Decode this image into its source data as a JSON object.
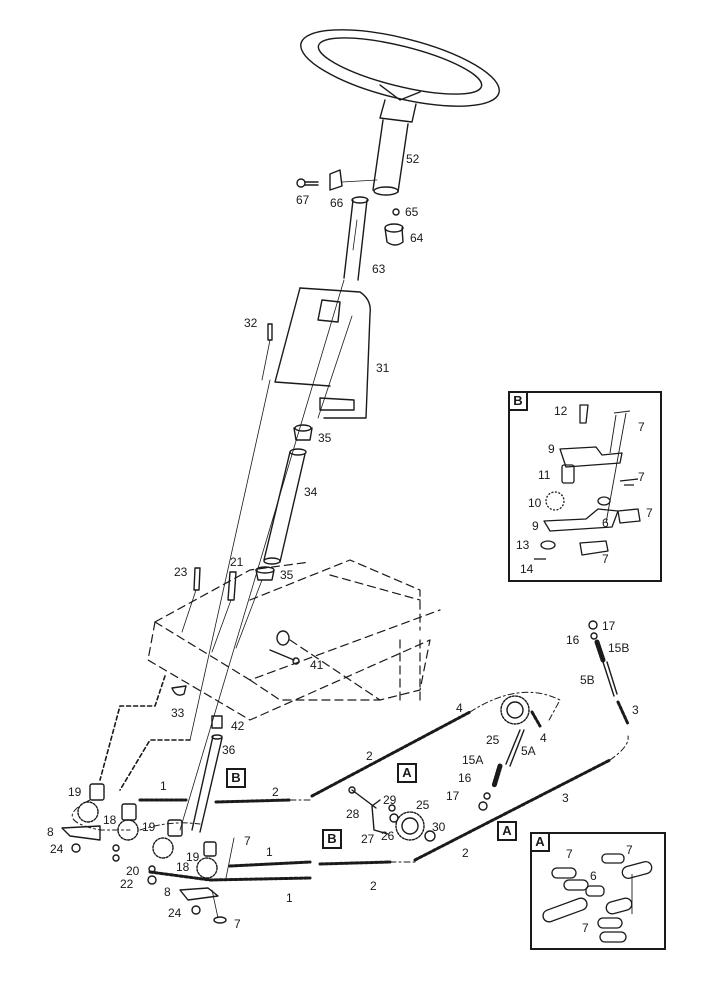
{
  "diagram": {
    "title": "Steering assembly exploded view",
    "callouts": {
      "A": "A",
      "B": "B"
    },
    "parts": {
      "p52": "52",
      "p67": "67",
      "p66": "66",
      "p65": "65",
      "p64": "64",
      "p63": "63",
      "p32": "32",
      "p31": "31",
      "p35a": "35",
      "p34": "34",
      "p23": "23",
      "p21": "21",
      "p35b": "35",
      "p41": "41",
      "p33": "33",
      "p42": "42",
      "p36": "36",
      "p19a": "19",
      "p19b": "19",
      "p19c": "19",
      "p18a": "18",
      "p18b": "18",
      "p8a": "8",
      "p8b": "8",
      "p24a": "24",
      "p24b": "24",
      "p20": "20",
      "p22": "22",
      "p7a": "7",
      "p7b": "7",
      "p1a": "1",
      "p1b": "1",
      "p1c": "1",
      "p2a": "2",
      "p2b": "2",
      "p2c": "2",
      "p2d": "2",
      "p28": "28",
      "p27": "27",
      "p26": "26",
      "p29": "29",
      "p25a": "25",
      "p25b": "25",
      "p30": "30",
      "p4a": "4",
      "p4b": "4",
      "p15a": "15A",
      "p16a": "16",
      "p17a": "17",
      "p5a": "5A",
      "p17b": "17",
      "p16b": "16",
      "p15b": "15B",
      "p5b": "5B",
      "p3a": "3",
      "p3b": "3"
    },
    "inset_b": {
      "title": "B",
      "parts": {
        "p12": "12",
        "p7a": "7",
        "p9a": "9",
        "p7b": "7",
        "p11": "11",
        "p10": "10",
        "p7c": "7",
        "p6": "6",
        "p9b": "9",
        "p13": "13",
        "p7d": "7",
        "p14": "14"
      }
    },
    "inset_a": {
      "title": "A",
      "parts": {
        "p7a": "7",
        "p7b": "7",
        "p6": "6",
        "p7c": "7"
      }
    }
  }
}
